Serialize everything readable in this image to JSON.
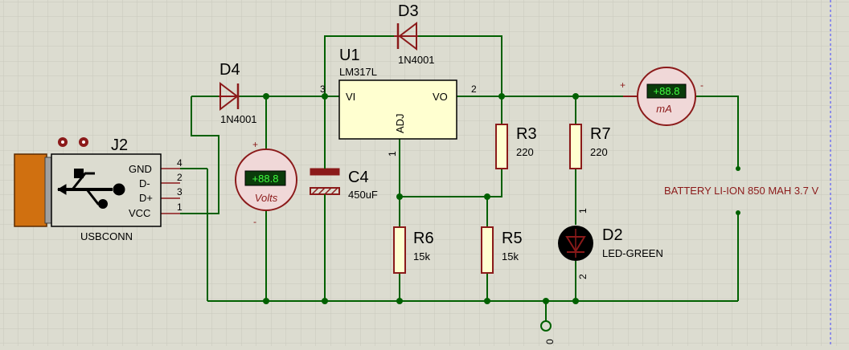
{
  "colors": {
    "background": "#dcdcd0",
    "grid": "#c8c8bc",
    "wire": "#006000",
    "component": "#8b1a1a",
    "component_fill": "#ffffd0",
    "meter_face": "#f0d8d8",
    "display_bg": "#0b3b0b",
    "display_fg": "#40ff40",
    "usb_body": "#d07010"
  },
  "components": {
    "j2": {
      "ref": "J2",
      "type": "USBCONN",
      "pins": {
        "gnd": "GND",
        "dminus": "D-",
        "dplus": "D+",
        "vcc": "VCC"
      },
      "pin_numbers": [
        "4",
        "2",
        "3",
        "1"
      ]
    },
    "d4": {
      "ref": "D4",
      "value": "1N4001"
    },
    "d3": {
      "ref": "D3",
      "value": "1N4001"
    },
    "u1": {
      "ref": "U1",
      "value": "LM317L",
      "pin_vi": "VI",
      "pin_vo": "VO",
      "pin_adj": "ADJ",
      "pin3": "3",
      "pin2": "2",
      "pin1": "1"
    },
    "voltmeter": {
      "display": "+88.8",
      "unit": "Volts",
      "plus": "+",
      "minus": "-"
    },
    "c4": {
      "ref": "C4",
      "value": "450uF"
    },
    "r3": {
      "ref": "R3",
      "value": "220"
    },
    "r7": {
      "ref": "R7",
      "value": "220"
    },
    "r6": {
      "ref": "R6",
      "value": "15k"
    },
    "r5": {
      "ref": "R5",
      "value": "15k"
    },
    "ammeter": {
      "display": "+88.8",
      "unit": "mA",
      "plus": "+",
      "minus": "-"
    },
    "d2": {
      "ref": "D2",
      "value": "LED-GREEN",
      "pin1": "1",
      "pin2": "2"
    },
    "battery": {
      "label": "BATTERY LI-ION 850 MAH 3.7 V"
    },
    "ground": {
      "label": "0"
    }
  }
}
